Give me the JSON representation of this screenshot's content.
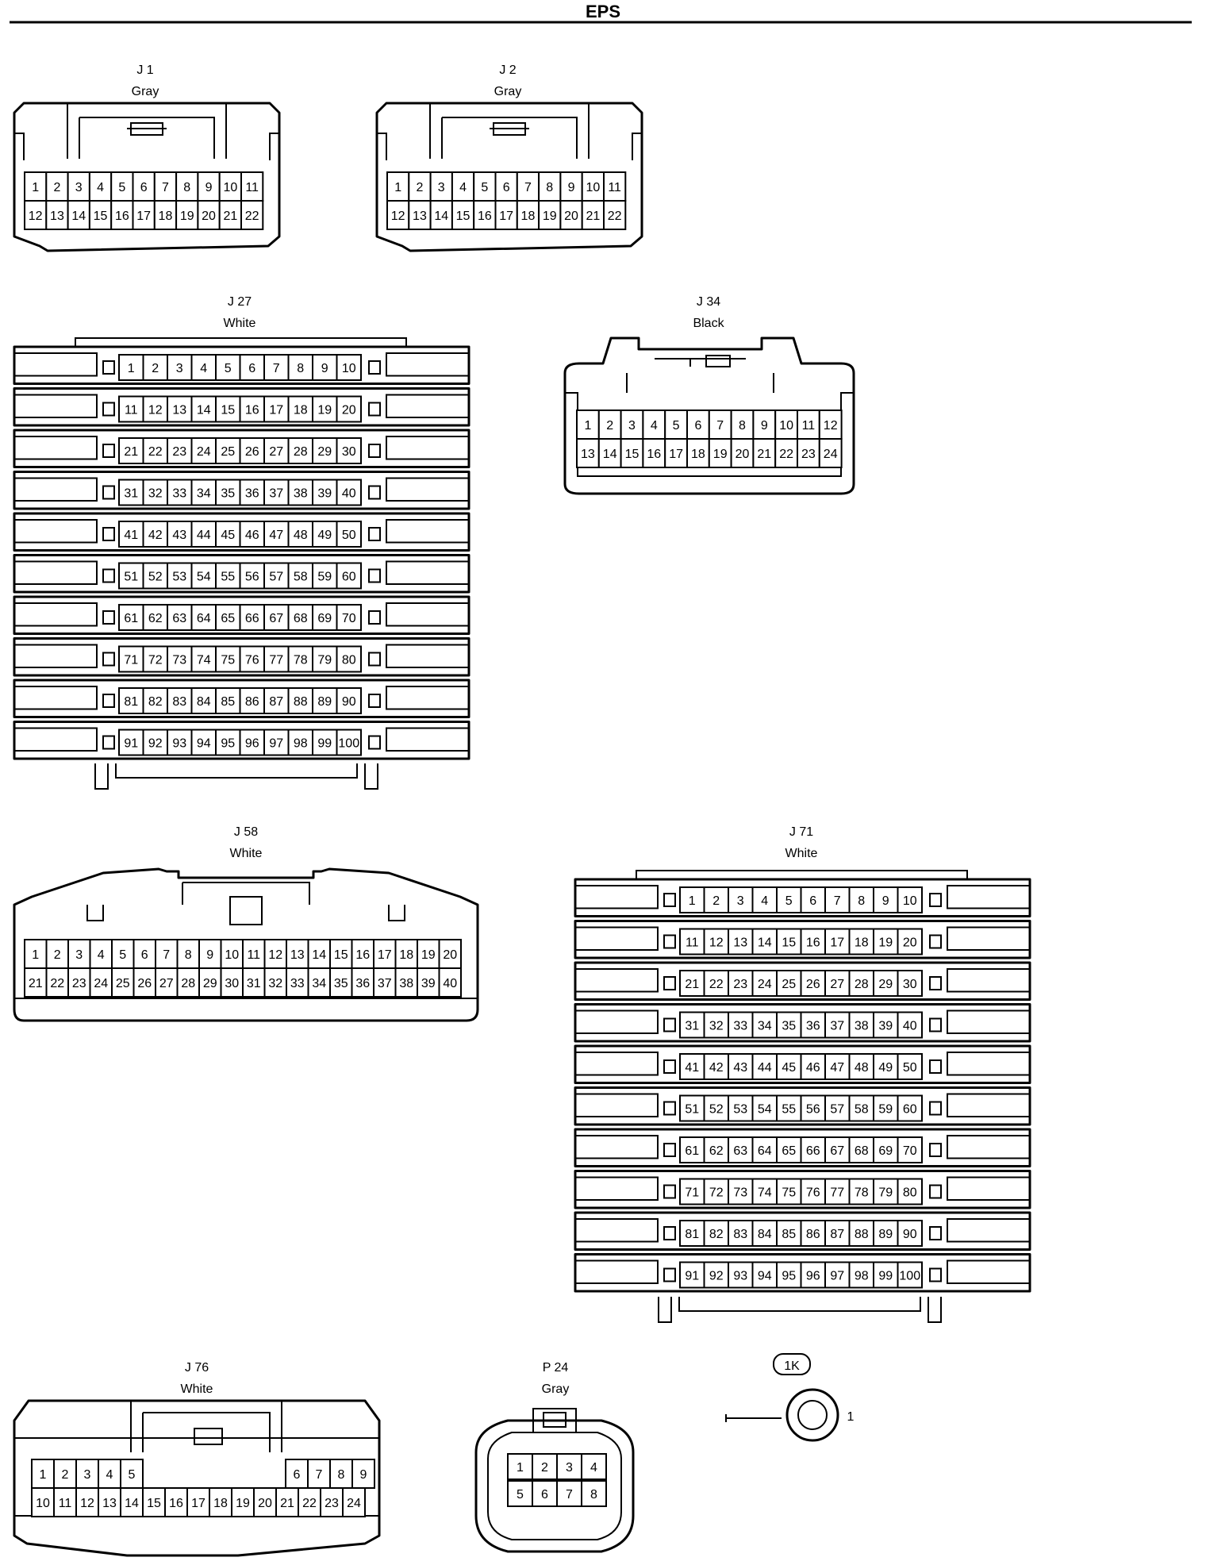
{
  "page": {
    "title": "EPS"
  },
  "connectors": [
    {
      "id": "J 1",
      "color": "Gray",
      "rows": [
        [
          1,
          2,
          3,
          4,
          5,
          6,
          7,
          8,
          9,
          10,
          11
        ],
        [
          12,
          13,
          14,
          15,
          16,
          17,
          18,
          19,
          20,
          21,
          22
        ]
      ]
    },
    {
      "id": "J 2",
      "color": "Gray",
      "rows": [
        [
          1,
          2,
          3,
          4,
          5,
          6,
          7,
          8,
          9,
          10,
          11
        ],
        [
          12,
          13,
          14,
          15,
          16,
          17,
          18,
          19,
          20,
          21,
          22
        ]
      ]
    },
    {
      "id": "J 27",
      "color": "White",
      "rows": [
        [
          1,
          2,
          3,
          4,
          5,
          6,
          7,
          8,
          9,
          10
        ],
        [
          11,
          12,
          13,
          14,
          15,
          16,
          17,
          18,
          19,
          20
        ],
        [
          21,
          22,
          23,
          24,
          25,
          26,
          27,
          28,
          29,
          30
        ],
        [
          31,
          32,
          33,
          34,
          35,
          36,
          37,
          38,
          39,
          40
        ],
        [
          41,
          42,
          43,
          44,
          45,
          46,
          47,
          48,
          49,
          50
        ],
        [
          51,
          52,
          53,
          54,
          55,
          56,
          57,
          58,
          59,
          60
        ],
        [
          61,
          62,
          63,
          64,
          65,
          66,
          67,
          68,
          69,
          70
        ],
        [
          71,
          72,
          73,
          74,
          75,
          76,
          77,
          78,
          79,
          80
        ],
        [
          81,
          82,
          83,
          84,
          85,
          86,
          87,
          88,
          89,
          90
        ],
        [
          91,
          92,
          93,
          94,
          95,
          96,
          97,
          98,
          99,
          100
        ]
      ]
    },
    {
      "id": "J 34",
      "color": "Black",
      "rows": [
        [
          1,
          2,
          3,
          4,
          5,
          6,
          7,
          8,
          9,
          10,
          11,
          12
        ],
        [
          13,
          14,
          15,
          16,
          17,
          18,
          19,
          20,
          21,
          22,
          23,
          24
        ]
      ]
    },
    {
      "id": "J 58",
      "color": "White",
      "rows": [
        [
          1,
          2,
          3,
          4,
          5,
          6,
          7,
          8,
          9,
          10,
          11,
          12,
          13,
          14,
          15,
          16,
          17,
          18,
          19,
          20
        ],
        [
          21,
          22,
          23,
          24,
          25,
          26,
          27,
          28,
          29,
          30,
          31,
          32,
          33,
          34,
          35,
          36,
          37,
          38,
          39,
          40
        ]
      ]
    },
    {
      "id": "J 71",
      "color": "White",
      "rows": [
        [
          1,
          2,
          3,
          4,
          5,
          6,
          7,
          8,
          9,
          10
        ],
        [
          11,
          12,
          13,
          14,
          15,
          16,
          17,
          18,
          19,
          20
        ],
        [
          21,
          22,
          23,
          24,
          25,
          26,
          27,
          28,
          29,
          30
        ],
        [
          31,
          32,
          33,
          34,
          35,
          36,
          37,
          38,
          39,
          40
        ],
        [
          41,
          42,
          43,
          44,
          45,
          46,
          47,
          48,
          49,
          50
        ],
        [
          51,
          52,
          53,
          54,
          55,
          56,
          57,
          58,
          59,
          60
        ],
        [
          61,
          62,
          63,
          64,
          65,
          66,
          67,
          68,
          69,
          70
        ],
        [
          71,
          72,
          73,
          74,
          75,
          76,
          77,
          78,
          79,
          80
        ],
        [
          81,
          82,
          83,
          84,
          85,
          86,
          87,
          88,
          89,
          90
        ],
        [
          91,
          92,
          93,
          94,
          95,
          96,
          97,
          98,
          99,
          100
        ]
      ]
    },
    {
      "id": "J 76",
      "color": "White",
      "rows": [
        [
          1,
          2,
          3,
          4,
          5,
          6,
          7,
          8,
          9
        ],
        [
          10,
          11,
          12,
          13,
          14,
          15,
          16,
          17,
          18,
          19,
          20,
          21,
          22,
          23,
          24
        ]
      ]
    },
    {
      "id": "P 24",
      "color": "Gray",
      "rows": [
        [
          1,
          2,
          3,
          4
        ],
        [
          5,
          6,
          7,
          8
        ]
      ]
    }
  ],
  "ground": {
    "id": "1K",
    "pin": "1"
  }
}
